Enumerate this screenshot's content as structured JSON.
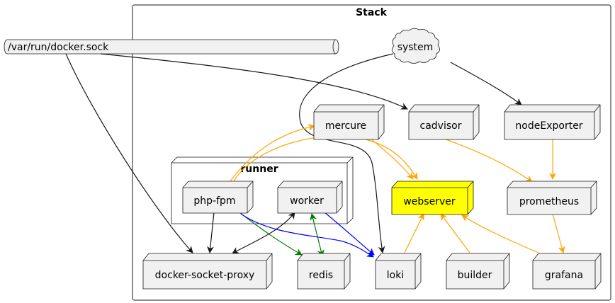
{
  "stack": {
    "title": "Stack"
  },
  "runner": {
    "title": "runner"
  },
  "queue": {
    "label": "/var/run/docker.sock"
  },
  "nodes": {
    "system": "system",
    "mercure": "mercure",
    "cadvisor": "cadvisor",
    "nodeExporter": "nodeExporter",
    "webserver": "webserver",
    "prometheus": "prometheus",
    "php_fpm": "php-fpm",
    "worker": "worker",
    "docker_socket_proxy": "docker-socket-proxy",
    "redis": "redis",
    "loki": "loki",
    "builder": "builder",
    "grafana": "grafana"
  },
  "colors": {
    "node_fill": "#f1f1f1",
    "highlight_fill": "#ffff00",
    "border": "#181818",
    "edge_default": "#181818",
    "edge_orange": "#ffa500",
    "edge_green": "#008000",
    "edge_blue": "#0000ff"
  }
}
